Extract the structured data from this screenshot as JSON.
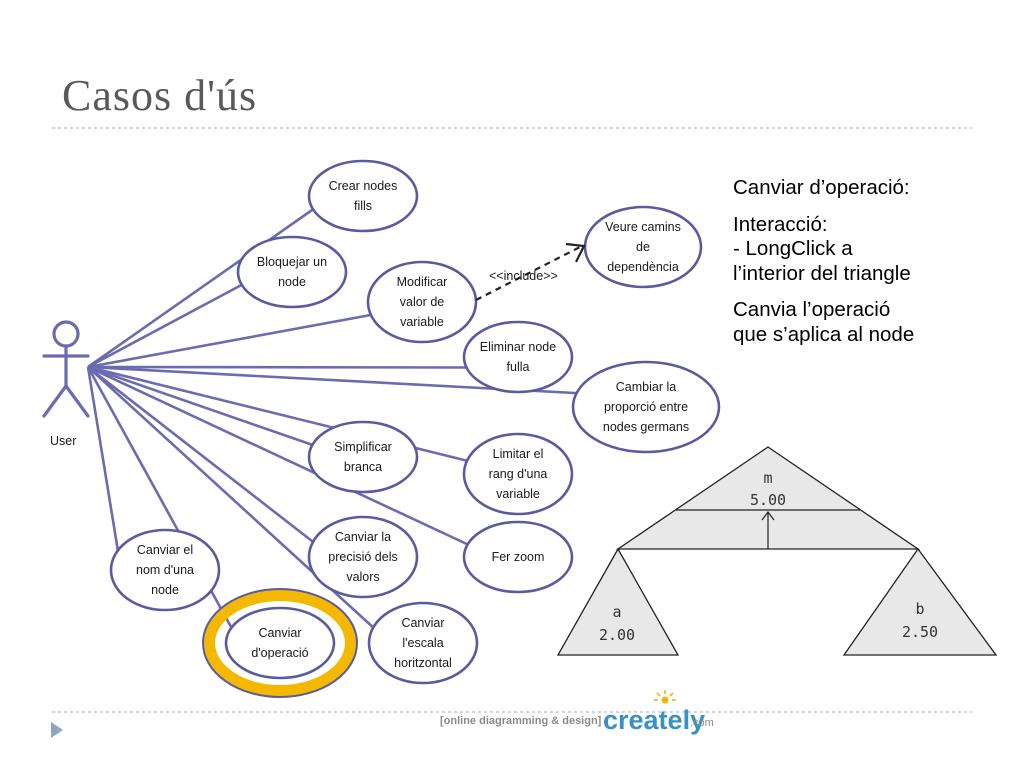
{
  "title": "Casos d'ús",
  "side_panel": {
    "heading": "Canviar d’operació:",
    "interaction_label": "Interacció:",
    "interaction_lines": [
      "- LongClick a",
      "l’interior del triangle"
    ],
    "effect_lines": [
      "Canvia l’operació",
      "que s’aplica al node"
    ]
  },
  "diagram": {
    "actor_label": "User",
    "use_cases": [
      {
        "id": "crear-nodes-fills",
        "lines": [
          "Crear nodes",
          "fills"
        ]
      },
      {
        "id": "bloquejar-node",
        "lines": [
          "Bloquejar un",
          "node"
        ]
      },
      {
        "id": "modificar-valor-variable",
        "lines": [
          "Modificar",
          "valor de",
          "variable"
        ]
      },
      {
        "id": "veure-camins-dependencia",
        "lines": [
          "Veure camins",
          "de",
          "dependència"
        ]
      },
      {
        "id": "eliminar-node-fulla",
        "lines": [
          "Eliminar node",
          "fulla"
        ]
      },
      {
        "id": "cambiar-proporcio",
        "lines": [
          "Cambiar la",
          "proporció entre",
          "nodes germans"
        ]
      },
      {
        "id": "simplificar-branca",
        "lines": [
          "Simplificar",
          "branca"
        ]
      },
      {
        "id": "limitar-rang",
        "lines": [
          "Limitar el",
          "rang d'una",
          "variable"
        ]
      },
      {
        "id": "fer-zoom",
        "lines": [
          "Fer zoom"
        ]
      },
      {
        "id": "canviar-precisio",
        "lines": [
          "Canviar la",
          "precisió dels",
          "valors"
        ]
      },
      {
        "id": "canviar-nom-node",
        "lines": [
          "Canviar el",
          "nom d'una",
          "node"
        ]
      },
      {
        "id": "canviar-operacio",
        "lines": [
          "Canviar",
          "d'operació"
        ],
        "highlighted": true
      },
      {
        "id": "canviar-escala",
        "lines": [
          "Canviar",
          "l'escala",
          "horitzontal"
        ]
      }
    ],
    "include_label": "<<include>>",
    "watermark": {
      "bracket_text": "[online diagramming & design]",
      "brand": "creately",
      "suffix": ".com"
    }
  },
  "tree": {
    "top": {
      "name": "m",
      "value": "5.00"
    },
    "left": {
      "name": "a",
      "value": "2.00"
    },
    "right": {
      "name": "b",
      "value": "2.50"
    }
  },
  "colors": {
    "title": "#595959",
    "ellipse_stroke": "#5a5a9e",
    "line": "#6b6bb0",
    "highlight": "#f5b800",
    "rule": "#b4bccc",
    "triangle_fill": "#e8e8e8"
  }
}
